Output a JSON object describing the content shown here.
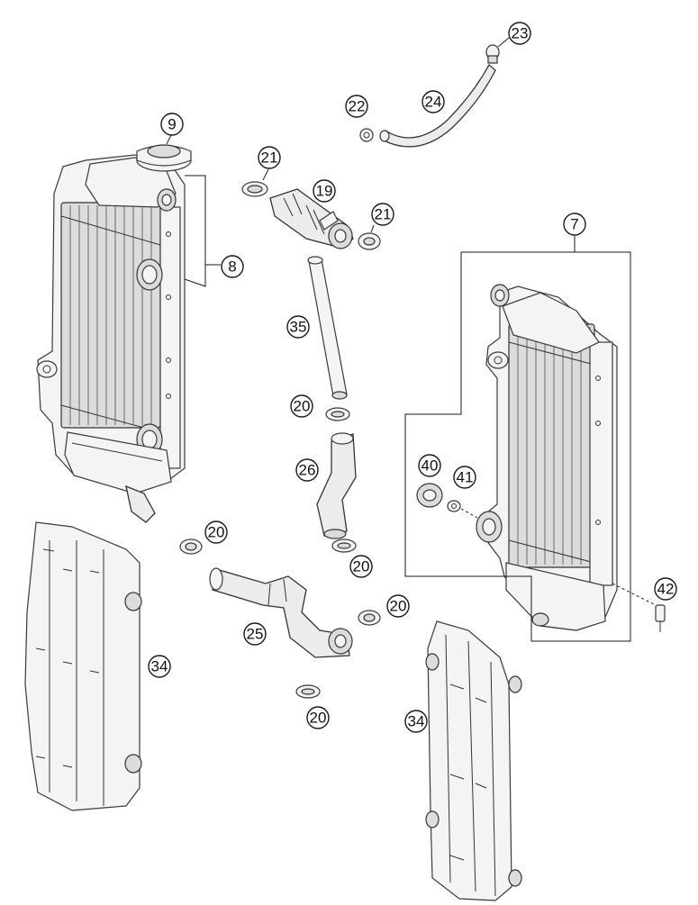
{
  "callouts": {
    "c9": "9",
    "c8": "8",
    "c7": "7",
    "c19": "19",
    "c20a": "20",
    "c20b": "20",
    "c20c": "20",
    "c20d": "20",
    "c20e": "20",
    "c21a": "21",
    "c21b": "21",
    "c22": "22",
    "c23": "23",
    "c24": "24",
    "c25": "25",
    "c26": "26",
    "c34a": "34",
    "c34b": "34",
    "c35": "35",
    "c40": "40",
    "c41": "41",
    "c42": "42"
  },
  "colors": {
    "line": "#333333",
    "fill": "#f4f4f4",
    "background": "#ffffff"
  }
}
